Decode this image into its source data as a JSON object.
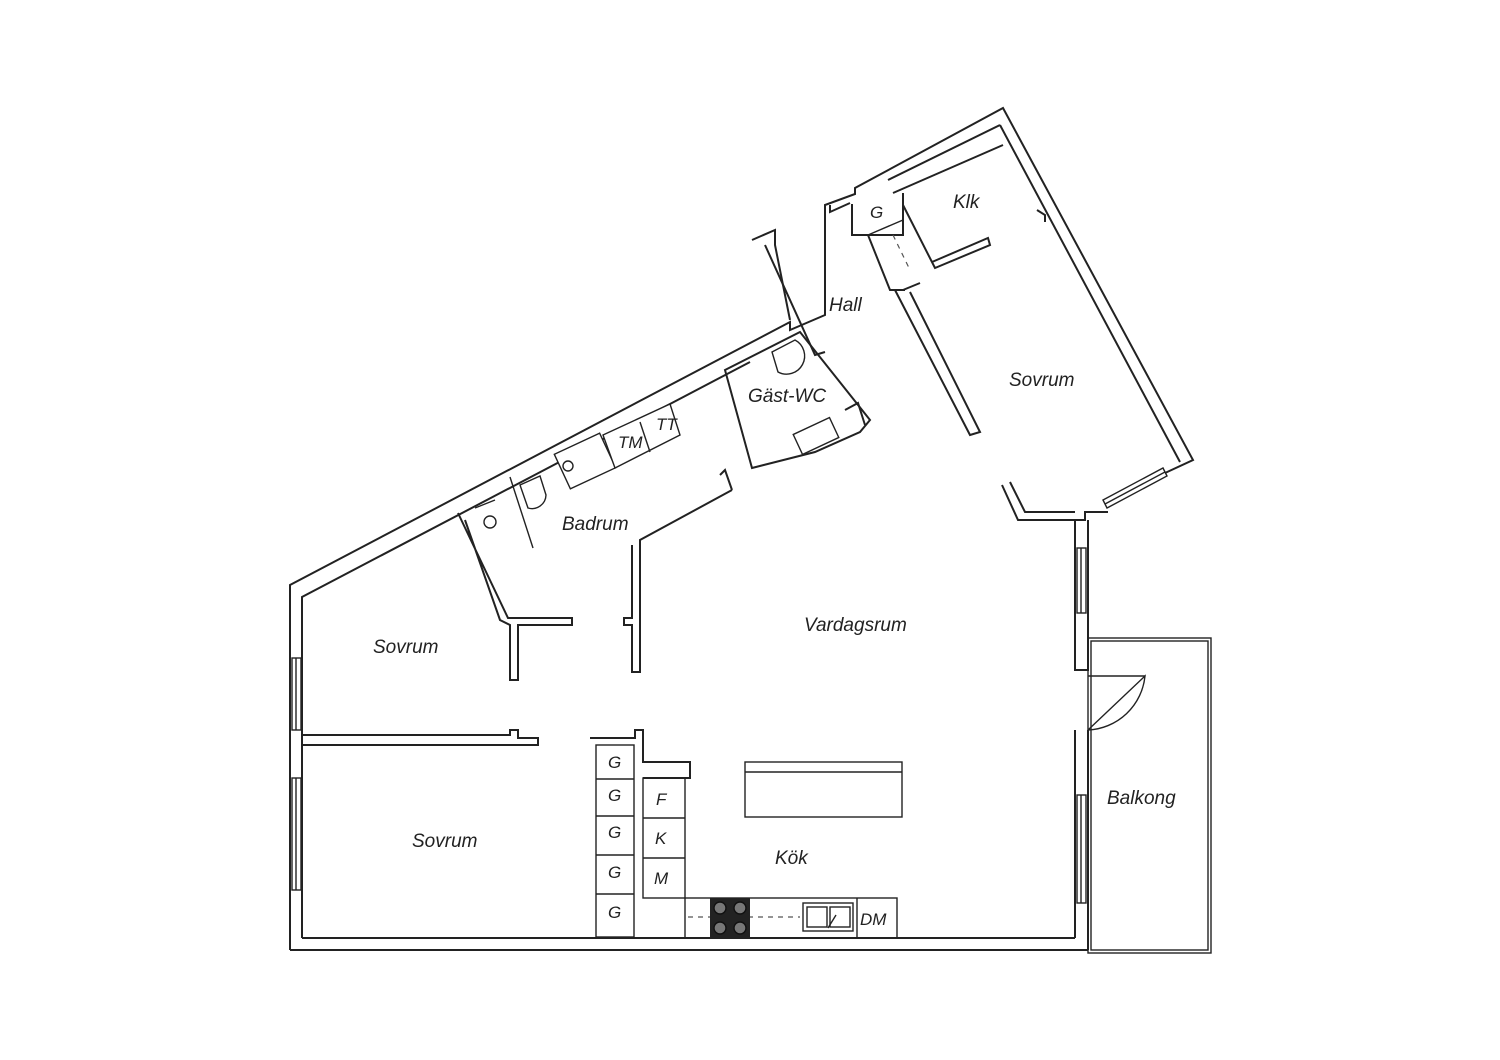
{
  "rooms": {
    "klk": "Klk",
    "g_hall": "G",
    "hall": "Hall",
    "sovrum_ne": "Sovrum",
    "gast_wc": "Gäst-WC",
    "tt": "TT",
    "tm": "TM",
    "badrum": "Badrum",
    "vardagsrum": "Vardagsrum",
    "sovrum_w": "Sovrum",
    "sovrum_sw": "Sovrum",
    "kok": "Kök",
    "balkong": "Balkong"
  },
  "wardrobes": [
    "G",
    "G",
    "G",
    "G",
    "G"
  ],
  "appliances": {
    "f": "F",
    "k": "K",
    "m": "M",
    "dm": "DM"
  }
}
